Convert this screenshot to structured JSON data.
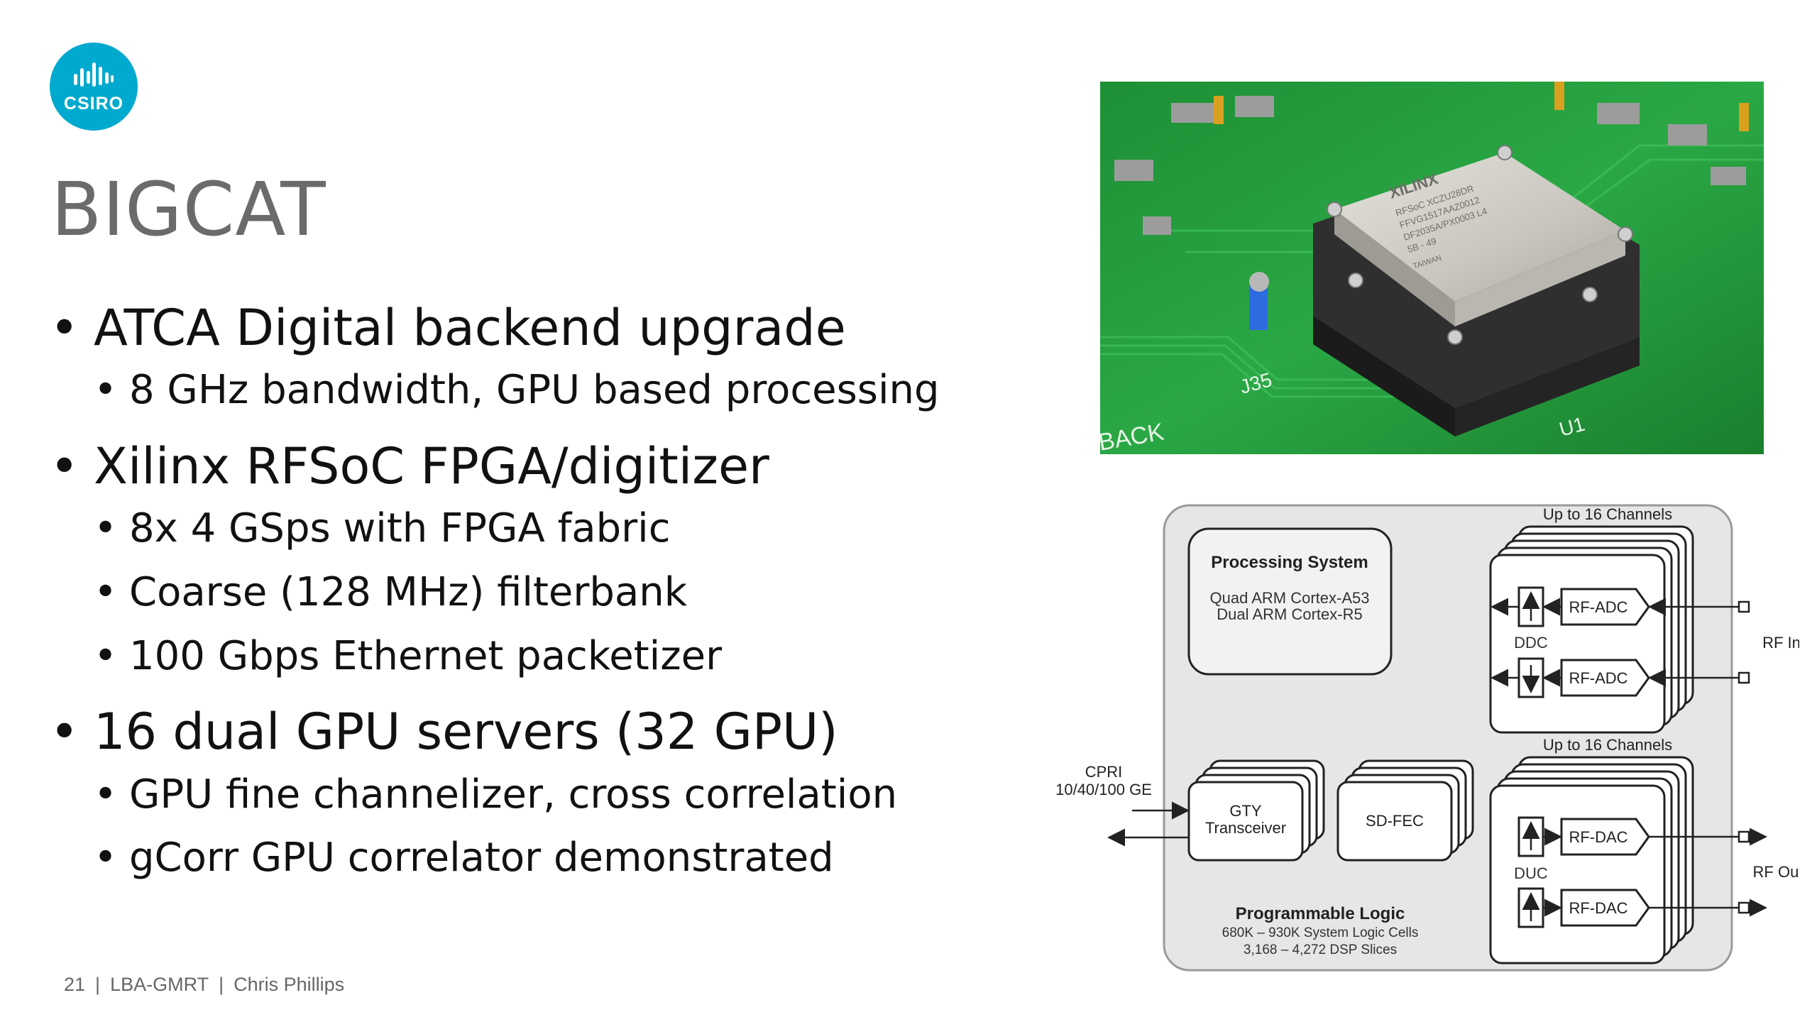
{
  "logo": {
    "text": "CSIRO",
    "icon": "csiro-waveform-icon",
    "color": "#00a9ce"
  },
  "slide": {
    "title": "BIGCAT",
    "bullets": [
      {
        "text": "ATCA Digital backend upgrade",
        "sub": [
          "8 GHz bandwidth, GPU based processing"
        ]
      },
      {
        "text": "Xilinx RFSoC FPGA/digitizer",
        "sub": [
          "8x 4 GSps with FPGA fabric",
          "Coarse (128 MHz) filterbank",
          "100 Gbps Ethernet packetizer"
        ]
      },
      {
        "text": "16 dual GPU servers (32 GPU)",
        "sub": [
          "GPU fine channelizer, cross correlation",
          "gCorr GPU correlator demonstrated"
        ]
      }
    ],
    "bullet_char": "•"
  },
  "footer": {
    "page": "21",
    "separator": "|",
    "event": "LBA-GMRT",
    "author": "Chris Phillips"
  },
  "photo": {
    "chip_brand": "XILINX",
    "chip_lines": [
      "RFSoC XCZU28DR",
      "FFVG1517AAZ0012",
      "DF2035A/PX0003 L4",
      "5B - 49",
      "TAIWAN"
    ],
    "board_labels": {
      "j35": "J35",
      "u1": "U1",
      "back": "BACK"
    }
  },
  "diagram": {
    "ps_title": "Processing System",
    "ps_line1": "Quad ARM Cortex-A53",
    "ps_line2": "Dual ARM Cortex-R5",
    "adc_channels": "Up to 16 Channels",
    "dac_channels": "Up to 16 Channels",
    "adc_label": "RF-ADC",
    "dac_label": "RF-DAC",
    "ddc": "DDC",
    "duc": "DUC",
    "rf_in": "RF In",
    "rf_out": "RF Out",
    "cpri": "CPRI",
    "ge": "10/40/100 GE",
    "gty1": "GTY",
    "gty2": "Transceiver",
    "sdfec": "SD-FEC",
    "pl_title": "Programmable Logic",
    "pl_line1": "680K – 930K System Logic Cells",
    "pl_line2": "3,168 – 4,272 DSP Slices"
  }
}
